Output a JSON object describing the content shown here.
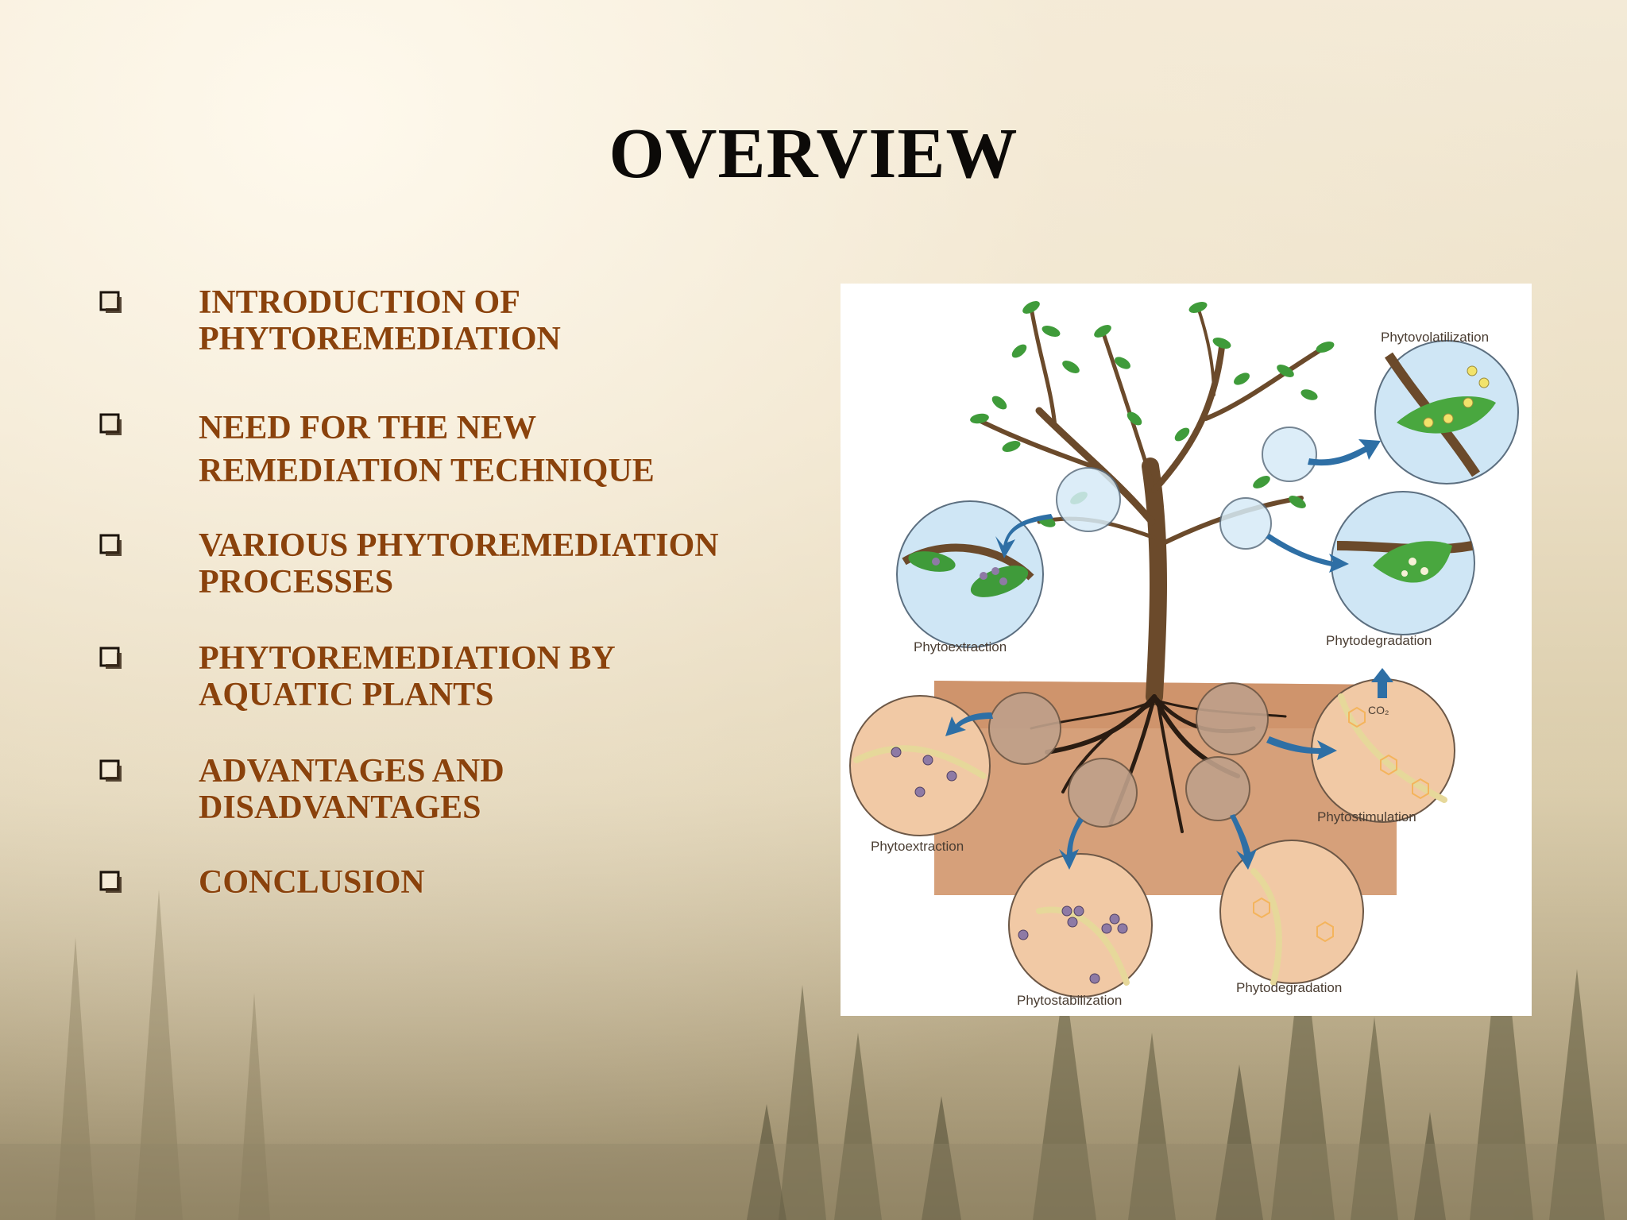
{
  "slide": {
    "title": "OVERVIEW",
    "bullets": [
      {
        "text": "INTRODUCTION OF\nPHYTOREMEDIATION"
      },
      {
        "text": "NEED FOR THE NEW\nREMEDIATION TECHNIQUE"
      },
      {
        "text": "VARIOUS PHYTOREMEDIATION\nPROCESSES"
      },
      {
        "text": "PHYTOREMEDIATION BY\nAQUATIC PLANTS"
      },
      {
        "text": "ADVANTAGES AND\nDISADVANTAGES"
      },
      {
        "text": "CONCLUSION"
      }
    ],
    "bullet_icon": "hollow-square-icon"
  },
  "figure": {
    "labels": {
      "phytovolatilization": "Phytovolatilization",
      "phytoextraction_top": "Phytoextraction",
      "phytodegradation_top": "Phytodegradation",
      "phytostimulation": "Phytostimulation",
      "phytoextraction_bottom": "Phytoextraction",
      "phytostabilization": "Phytostabilization",
      "phytodegradation_bottom": "Phytodegradation",
      "co2": "CO₂"
    }
  },
  "colors": {
    "title": "#0c0a08",
    "bullet_text": "#8a420c",
    "soil": "#d49d77",
    "leaf": "#3a9a3a",
    "trunk": "#6b4a2b",
    "bubble": "#cfe6f5",
    "arrow": "#2e6fa5"
  }
}
